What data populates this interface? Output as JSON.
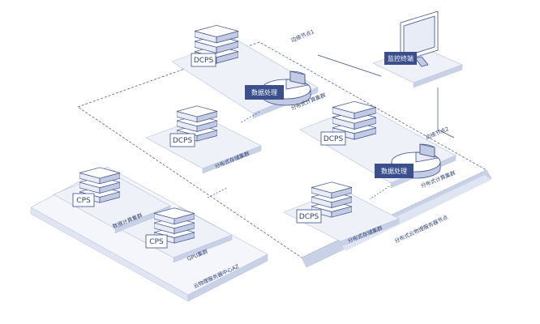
{
  "colors": {
    "platform_top": "#eef1f8",
    "platform_edge": "#c9d1e6",
    "platform_stroke": "#b7c1dc",
    "label_bar": "#3a4f8c",
    "server_face_light": "#ffffff",
    "server_face_mid": "#e8ecf6",
    "server_face_dark": "#c2cbe3",
    "line": "#3a4f8c"
  },
  "monitor": {
    "label": "监控终端",
    "icon": "monitor-icon"
  },
  "nodes": [
    {
      "tag": "DCPS",
      "icon": "server-stack-icon"
    },
    {
      "tag": "DCPS",
      "icon": "server-stack-icon"
    },
    {
      "tag": "DCPS",
      "icon": "server-stack-icon"
    },
    {
      "tag": "DCPS",
      "icon": "server-stack-icon"
    },
    {
      "tag": "CPS",
      "icon": "server-stack-icon"
    },
    {
      "tag": "CPS",
      "icon": "server-stack-icon"
    }
  ],
  "data_processing": [
    {
      "label": "数据处理",
      "icon": "pie-chart-icon"
    },
    {
      "label": "数据处理",
      "icon": "pie-chart-icon"
    }
  ],
  "groups": {
    "compute_cluster_1": "分布式计算集群",
    "storage_cluster_1": "分布式存储集群",
    "compute_cluster_2": "分布式计算集群",
    "storage_cluster_2": "分布式存储集群",
    "edge_node": "分布式云物理服务器节点",
    "data_compute": "数据计算集群",
    "gpu_cluster": "GPU集群",
    "center_az": "云物理服务器中心AZ"
  },
  "links": {
    "link_1": "边缘节点1",
    "link_2": "边缘节点2"
  }
}
